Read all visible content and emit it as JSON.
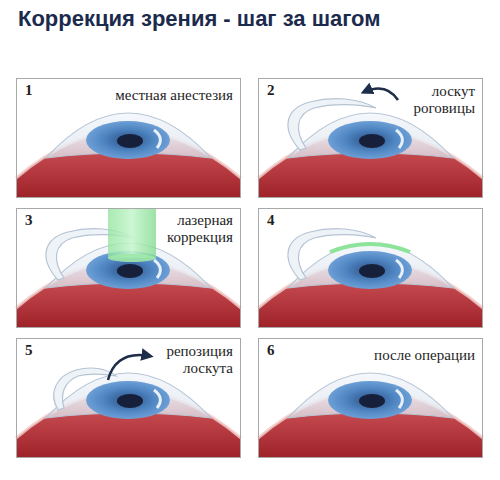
{
  "diagram": {
    "title": "Коррекция зрения - шаг за шагом",
    "nodes": [
      {
        "text": [
          "1",
          "местная анестезия"
        ]
      },
      {
        "text": [
          "2",
          "лоскут роговицы"
        ]
      },
      {
        "text": [
          "3",
          "лазерная коррекция"
        ]
      },
      {
        "text": [
          "4"
        ]
      },
      {
        "text": [
          "5",
          "репозиция лоскута"
        ]
      },
      {
        "text": [
          "6",
          "после операции"
        ]
      }
    ]
  }
}
